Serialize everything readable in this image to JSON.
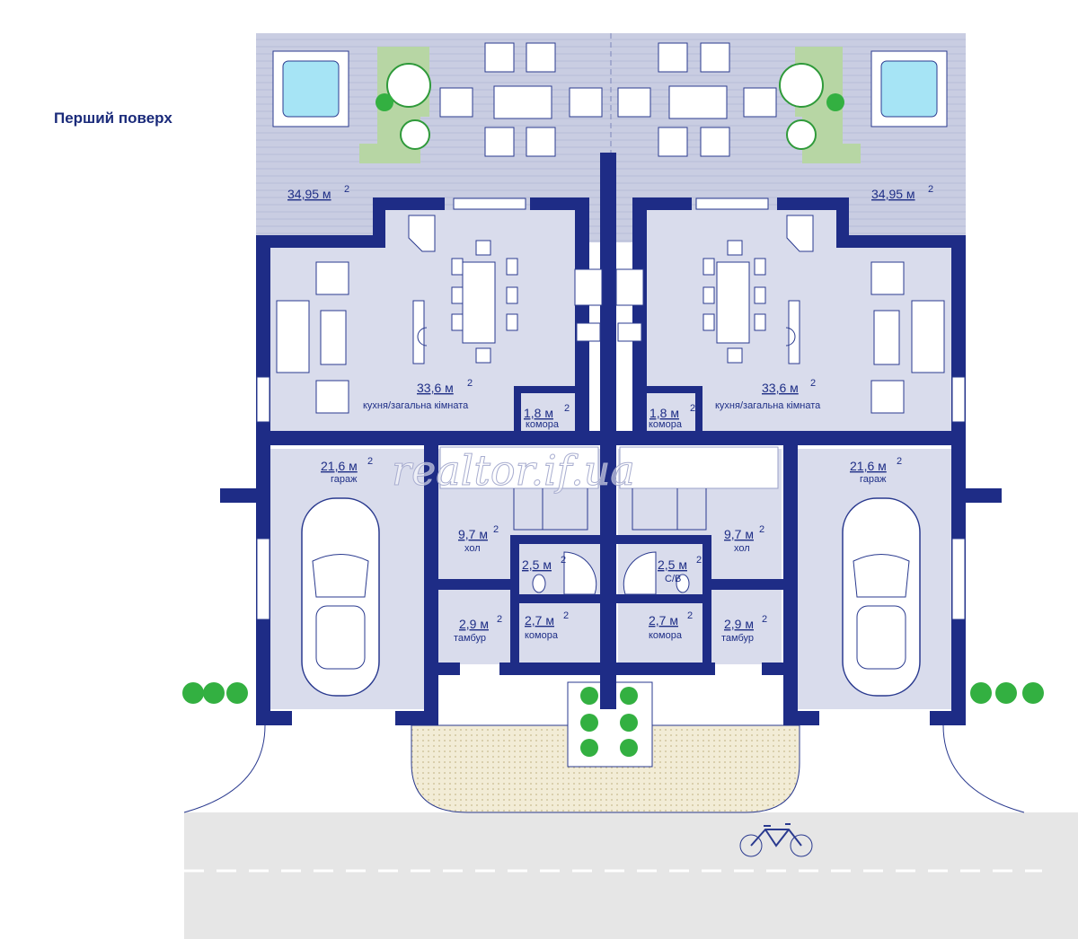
{
  "title": "Перший поверх",
  "watermark": "realtor.if.ua",
  "colors": {
    "wall": "#1e2c86",
    "room": "#d9dcec",
    "terrace": "#c9cde2",
    "pool": "#a6e4f5",
    "greenery": "#33b041",
    "paving": "#f2ecd6",
    "road": "#e6e6e6"
  },
  "left_unit": {
    "terrace": {
      "area": "34,95 м",
      "sup": "2"
    },
    "kitchen": {
      "area": "33,6 м",
      "sup": "2",
      "label": "кухня/загальна кімната"
    },
    "pantry_small": {
      "area": "1,8 м",
      "sup": "2",
      "label": "комора"
    },
    "garage": {
      "area": "21,6 м",
      "sup": "2",
      "label": "гараж"
    },
    "hall": {
      "area": "9,7 м",
      "sup": "2",
      "label": "хол"
    },
    "bathroom": {
      "area": "2,5 м",
      "sup": "2"
    },
    "vestibule": {
      "area": "2,9 м",
      "sup": "2",
      "label": "тамбур"
    },
    "pantry": {
      "area": "2,7 м",
      "sup": "2",
      "label": "комора"
    }
  },
  "right_unit": {
    "terrace": {
      "area": "34,95 м",
      "sup": "2"
    },
    "kitchen": {
      "area": "33,6 м",
      "sup": "2",
      "label": "кухня/загальна кімната"
    },
    "pantry_small": {
      "area": "1,8 м",
      "sup": "2",
      "label": "комора"
    },
    "garage": {
      "area": "21,6 м",
      "sup": "2",
      "label": "гараж"
    },
    "hall": {
      "area": "9,7 м",
      "sup": "2",
      "label": "хол"
    },
    "bathroom": {
      "area": "2,5 м",
      "sup": "2",
      "label": "С/В"
    },
    "vestibule": {
      "area": "2,9 м",
      "sup": "2",
      "label": "тамбур"
    },
    "pantry": {
      "area": "2,7 м",
      "sup": "2",
      "label": "комора"
    }
  },
  "icons": [
    "pool-icon",
    "tree-icon",
    "car-icon",
    "bicycle-icon",
    "stairs-icon",
    "toilet-icon",
    "shower-icon",
    "sofa-icon",
    "dining-table-icon",
    "stove-icon"
  ]
}
